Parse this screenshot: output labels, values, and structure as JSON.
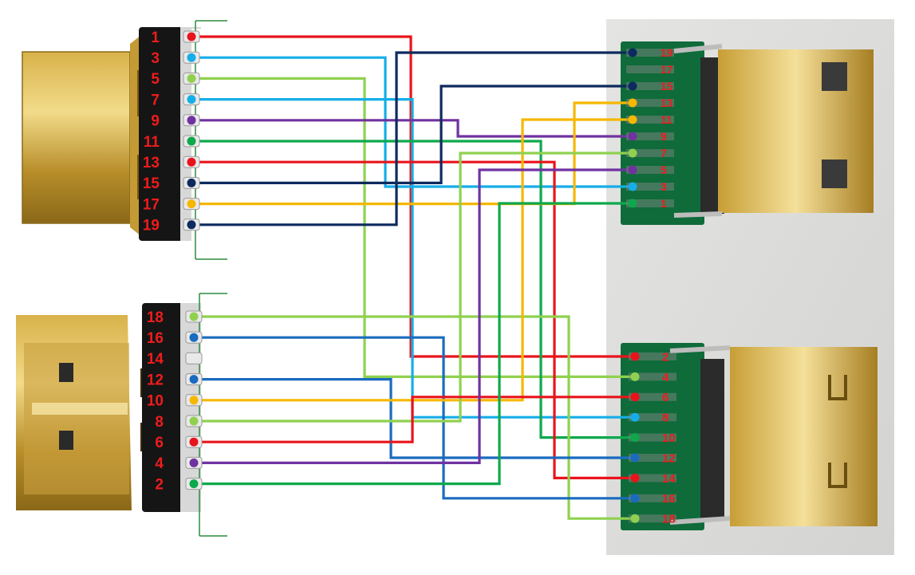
{
  "connectors": {
    "hdmi_top": {
      "pins": [
        "1",
        "3",
        "5",
        "7",
        "9",
        "11",
        "13",
        "15",
        "17",
        "19"
      ]
    },
    "hdmi_bottom": {
      "pins": [
        "18",
        "16",
        "14",
        "12",
        "10",
        "8",
        "6",
        "4",
        "2"
      ]
    },
    "mini_top": {
      "pins": [
        "19",
        "17",
        "15",
        "13",
        "11",
        "9",
        "7",
        "5",
        "3",
        "1"
      ]
    },
    "mini_bottom": {
      "pins": [
        "2",
        "4",
        "6",
        "8",
        "10",
        "12",
        "14",
        "16",
        "18"
      ]
    }
  },
  "wires": [
    {
      "from": "hdmi_top.1",
      "to": "mini_bottom.2",
      "color": "#e8141b"
    },
    {
      "from": "hdmi_top.3",
      "to": "mini_top.3",
      "color": "#15aee8"
    },
    {
      "from": "hdmi_top.5",
      "to": "mini_bottom.4",
      "color": "#8fd14f"
    },
    {
      "from": "hdmi_top.7",
      "to": "mini_bottom.8",
      "color": "#15aee8"
    },
    {
      "from": "hdmi_top.9",
      "to": "mini_top.9",
      "color": "#7032a0"
    },
    {
      "from": "hdmi_top.11",
      "to": "mini_bottom.10",
      "color": "#0ea84c"
    },
    {
      "from": "hdmi_top.13",
      "to": "mini_bottom.14",
      "color": "#e8141b"
    },
    {
      "from": "hdmi_top.15",
      "to": "mini_top.15",
      "color": "#0d2a5e"
    },
    {
      "from": "hdmi_top.17",
      "to": "mini_top.13",
      "color": "#f5b700"
    },
    {
      "from": "hdmi_top.19",
      "to": "mini_top.19",
      "color": "#0d2a5e"
    },
    {
      "from": "hdmi_bottom.18",
      "to": "mini_bottom.18",
      "color": "#8fd14f"
    },
    {
      "from": "hdmi_bottom.16",
      "to": "mini_bottom.16",
      "color": "#1a6bbf"
    },
    {
      "from": "hdmi_bottom.12",
      "to": "mini_bottom.12",
      "color": "#1a6bbf"
    },
    {
      "from": "hdmi_bottom.10",
      "to": "mini_top.11",
      "color": "#f5b700"
    },
    {
      "from": "hdmi_bottom.8",
      "to": "mini_top.7",
      "color": "#8fd14f"
    },
    {
      "from": "hdmi_bottom.6",
      "to": "mini_bottom.6",
      "color": "#e8141b"
    },
    {
      "from": "hdmi_bottom.4",
      "to": "mini_top.5",
      "color": "#7032a0"
    },
    {
      "from": "hdmi_bottom.2",
      "to": "mini_top.1",
      "color": "#0ea84c"
    }
  ]
}
